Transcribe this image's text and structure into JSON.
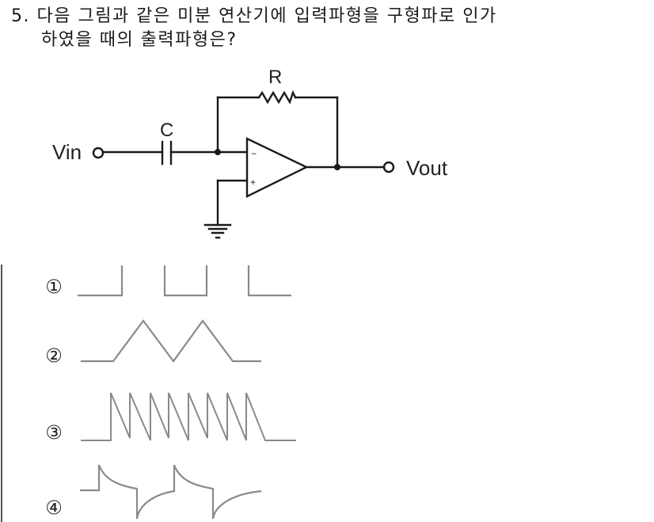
{
  "question": {
    "number": "5.",
    "line1": "다음 그림과 같은 미분 연산기에 입력파형을 구형파로 인가",
    "line2": "하였을 때의 출력파형은?"
  },
  "circuit": {
    "type": "op-amp differentiator",
    "input_label": "Vin",
    "output_label": "Vout",
    "capacitor_label": "C",
    "resistor_label": "R",
    "inverting_input_sign": "−",
    "noninverting_input_sign": "+"
  },
  "choices": [
    {
      "marker": "①",
      "waveform": "square-wave"
    },
    {
      "marker": "②",
      "waveform": "triangle-wave"
    },
    {
      "marker": "③",
      "waveform": "sawtooth-wave"
    },
    {
      "marker": "④",
      "waveform": "differentiated-spikes"
    }
  ],
  "colors": {
    "ink": "#1a1a1a",
    "waveform": "#8a8a8a"
  }
}
